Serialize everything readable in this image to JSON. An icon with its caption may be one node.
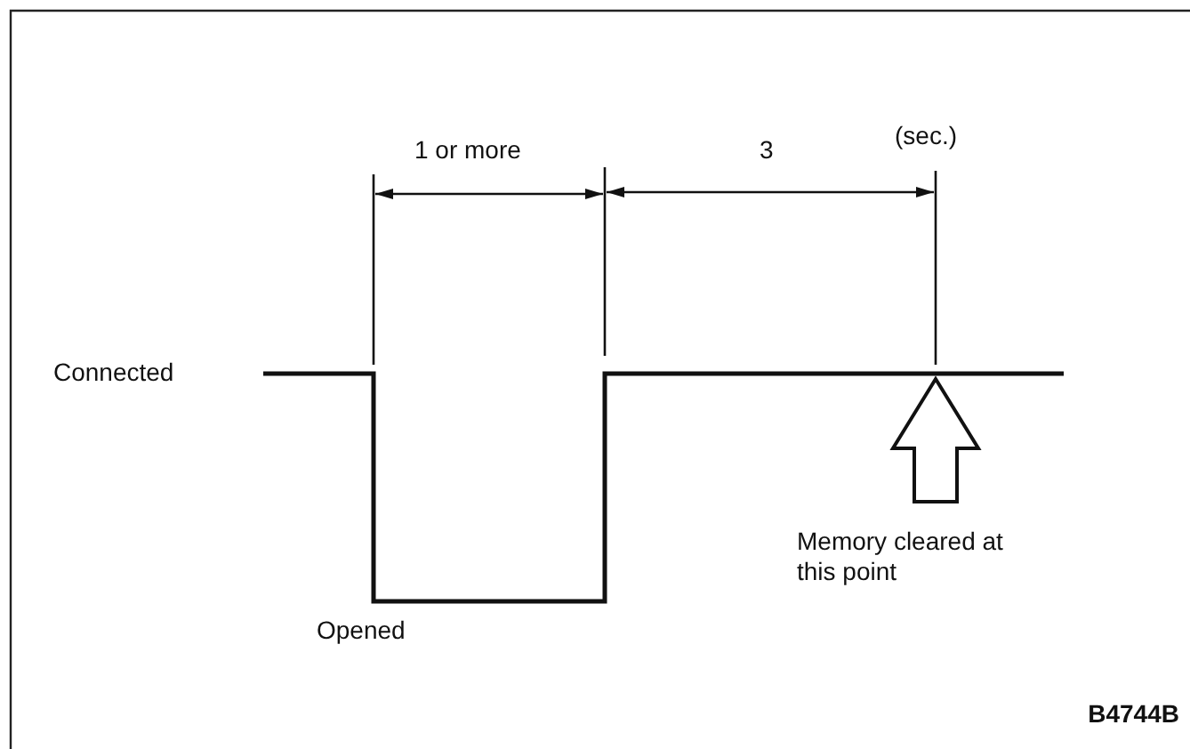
{
  "diagram": {
    "labels": [
      "1 or more",
      "3",
      "(sec.)",
      "Connected",
      "Opened",
      "Memory cleared at this point",
      "B4744B"
    ]
  }
}
